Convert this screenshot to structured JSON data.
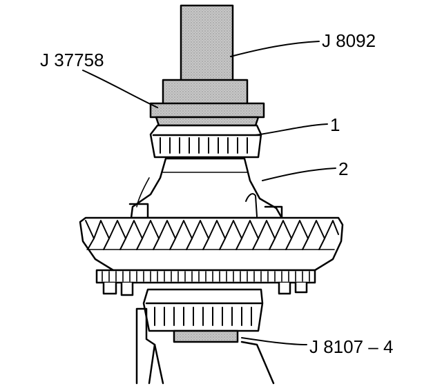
{
  "callouts": {
    "tool_top": "J 8092",
    "tool_adapter": "J 37758",
    "item_1": "1",
    "item_2": "2",
    "tool_bottom": "J 8107 – 4"
  },
  "colors": {
    "ink": "#000000",
    "paper": "#ffffff",
    "stipple": "#b9b9b9"
  }
}
